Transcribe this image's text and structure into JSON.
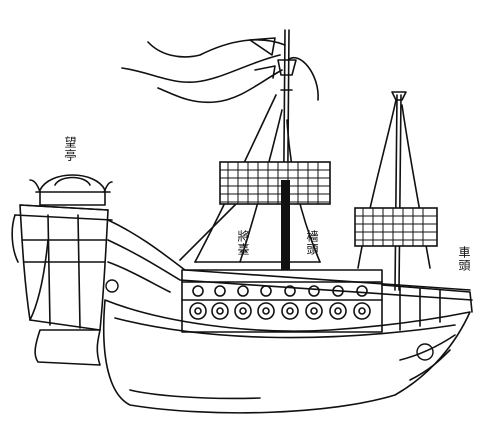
{
  "colors": {
    "ink": "#111111",
    "paper": "#ffffff"
  },
  "labels": {
    "pavilion": "望亭",
    "left_sail": "將臺",
    "mast": "檣頭",
    "right": "車頭"
  }
}
